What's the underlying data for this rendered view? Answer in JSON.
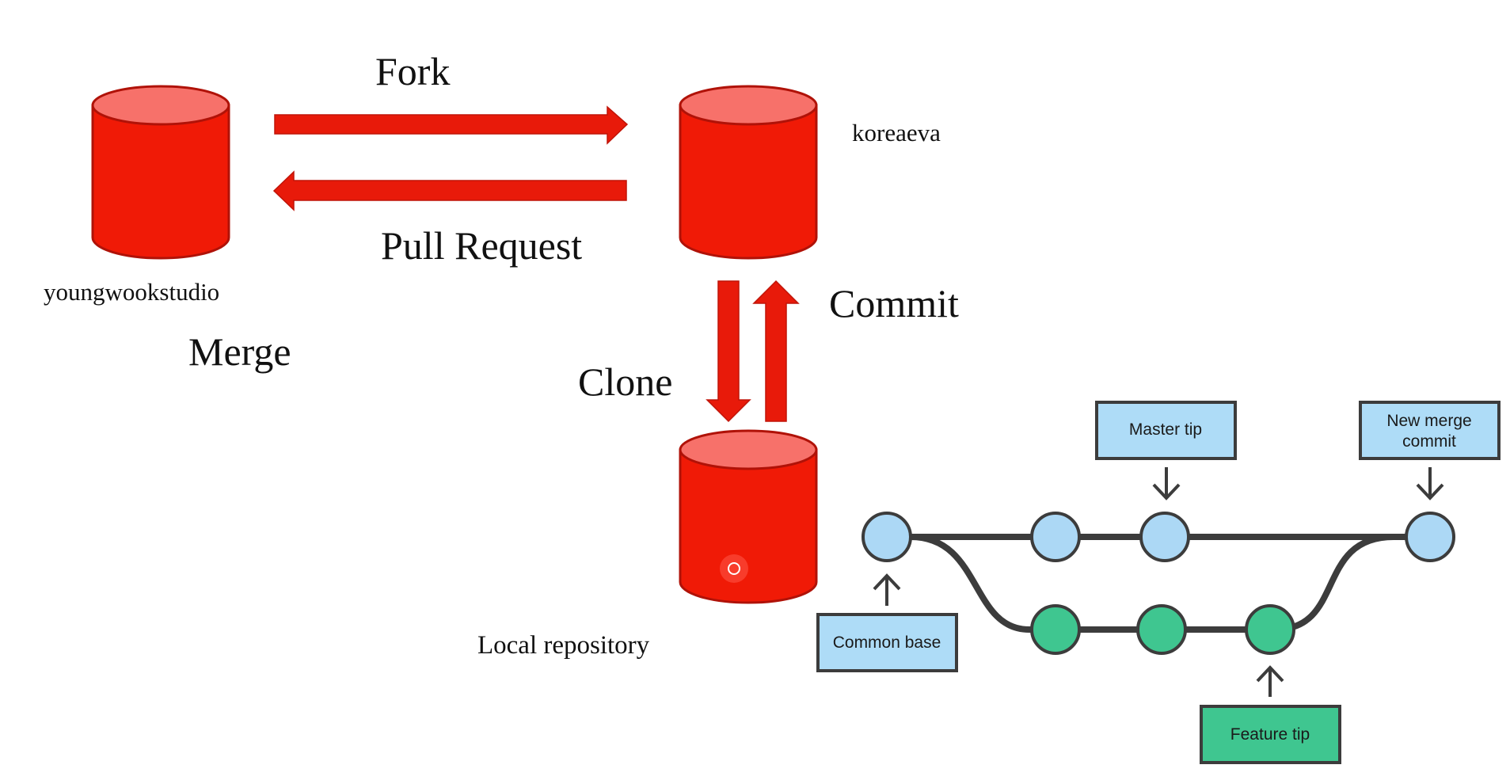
{
  "repos": {
    "upstream": "youngwookstudio",
    "fork": "koreaeva",
    "local": "Local repository"
  },
  "actions": {
    "fork": "Fork",
    "pull_request": "Pull Request",
    "merge": "Merge",
    "clone": "Clone",
    "commit": "Commit"
  },
  "merge_graph": {
    "master_tip": "Master tip",
    "new_merge_commit_line1": "New merge",
    "new_merge_commit_line2": "commit",
    "common_base": "Common base",
    "feature_tip": "Feature tip"
  },
  "colors": {
    "repo_body": "#f01a06",
    "repo_top": "#f7716a",
    "repo_outline": "#b01208",
    "arrow": "#e81a0a",
    "master_node": "#acd8f5",
    "feature_node": "#3fc690",
    "label_box_blue": "#aedcf7",
    "label_box_green": "#3fc690",
    "graph_stroke": "#3c3c3c"
  }
}
